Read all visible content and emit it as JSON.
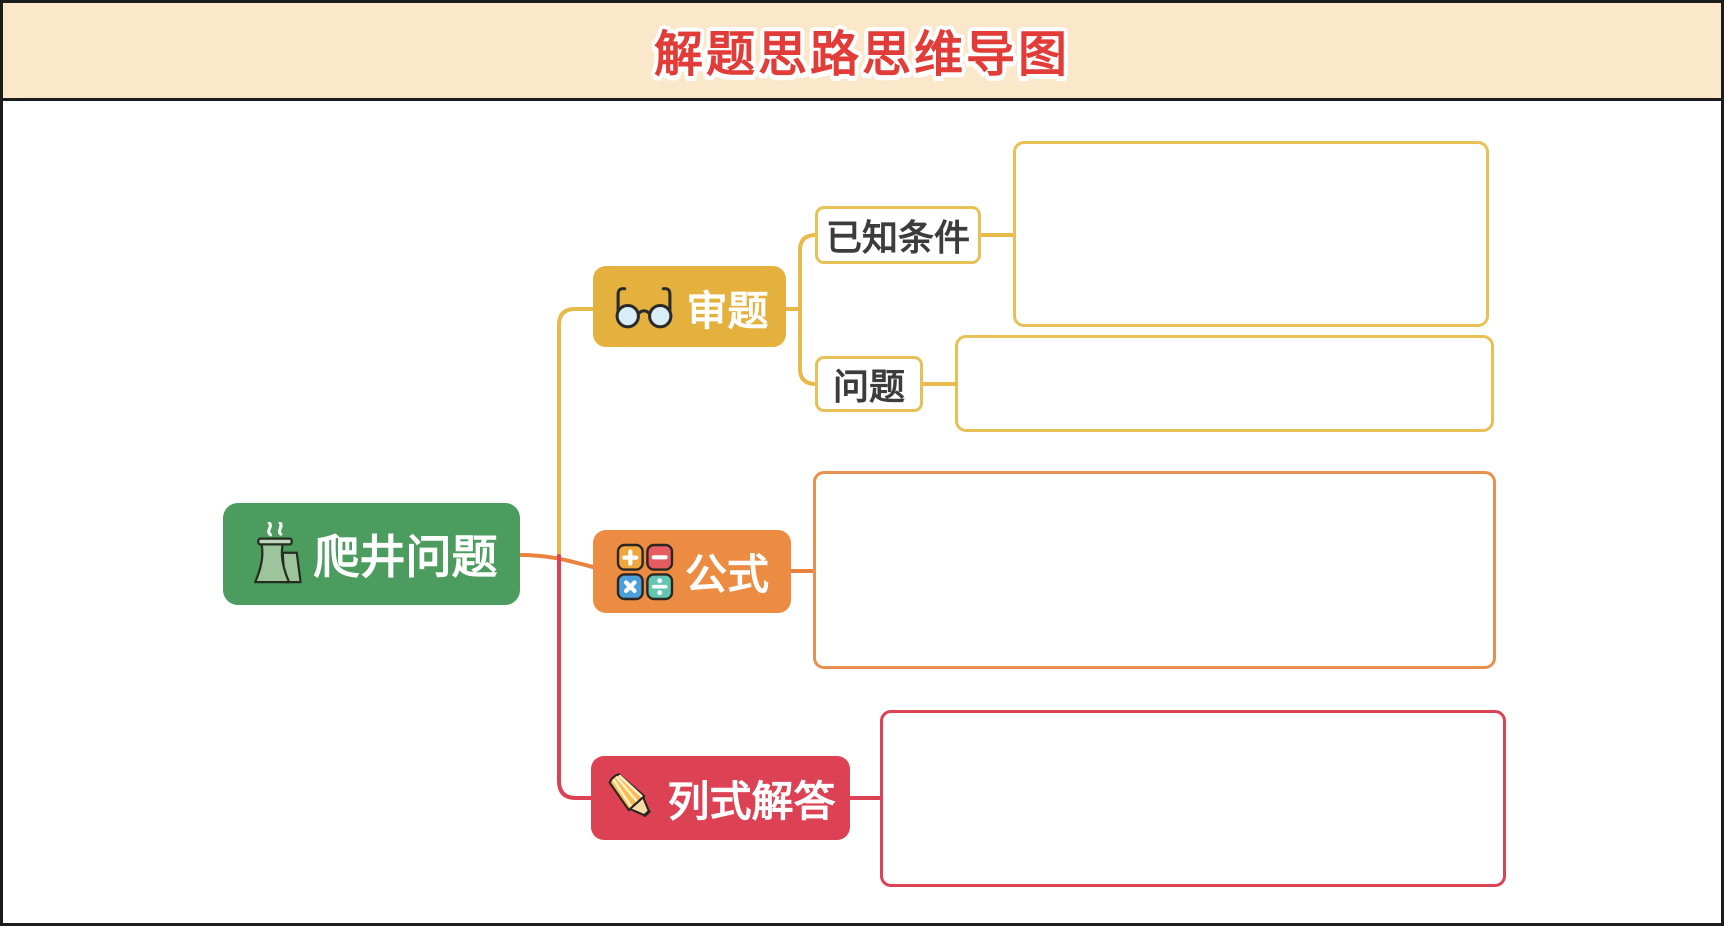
{
  "title": "解题思路思维导图",
  "colors": {
    "header-bg": "#FBE7C9",
    "title-red": "#E23C38",
    "border-black": "#1c1c1c",
    "root-green": "#4C9B5F",
    "branch-gold": "#E4B13E",
    "branch-orange": "#EC8B42",
    "branch-red": "#DC4154",
    "box-border-gold": "#E7C156",
    "box-border-orange": "#E89050",
    "box-border-red": "#DC4154",
    "line-orange": "#E8823E",
    "line-gold": "#E8BA4C",
    "line-red": "#DC4154",
    "leaf-text": "#3C3C3C"
  },
  "mindmap": {
    "root": {
      "label": "爬井问题",
      "icon": "well-icon"
    },
    "branches": [
      {
        "label": "审题",
        "icon": "glasses-icon",
        "children": [
          {
            "label": "已知条件",
            "note": ""
          },
          {
            "label": "问题",
            "note": ""
          }
        ]
      },
      {
        "label": "公式",
        "icon": "calculator-icon",
        "note": ""
      },
      {
        "label": "列式解答",
        "icon": "highlighter-icon",
        "note": ""
      }
    ]
  }
}
